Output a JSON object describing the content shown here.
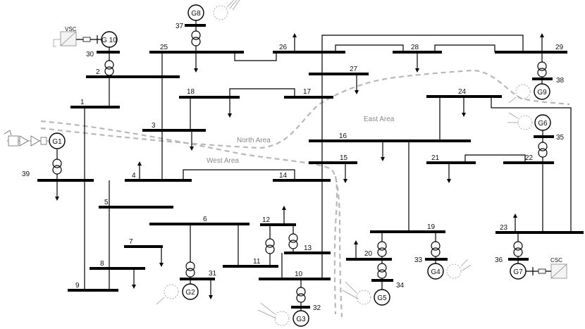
{
  "areas": {
    "north": "North Area",
    "west": "West Area",
    "east": "East Area"
  },
  "buses": {
    "b1": "1",
    "b2": "2",
    "b3": "3",
    "b4": "4",
    "b5": "5",
    "b6": "6",
    "b7": "7",
    "b8": "8",
    "b9": "9",
    "b10": "10",
    "b11": "11",
    "b12": "12",
    "b13": "13",
    "b14": "14",
    "b15": "15",
    "b16": "16",
    "b17": "17",
    "b18": "18",
    "b19": "19",
    "b20": "20",
    "b21": "21",
    "b22": "22",
    "b23": "23",
    "b24": "24",
    "b25": "25",
    "b26": "26",
    "b27": "27",
    "b28": "28",
    "b29": "29",
    "b30": "30",
    "b31": "31",
    "b32": "32",
    "b33": "33",
    "b34": "34",
    "b35": "35",
    "b36": "36",
    "b37": "37",
    "b38": "38",
    "b39": "39"
  },
  "generators": {
    "g1": "G1",
    "g2": "G2",
    "g3": "G3",
    "g4": "G4",
    "g5": "G5",
    "g6": "G6",
    "g7": "G7",
    "g8": "G8",
    "g9": "G9",
    "g10": "G 10"
  },
  "converters": {
    "vsc": "VSC",
    "csc": "CSC"
  }
}
